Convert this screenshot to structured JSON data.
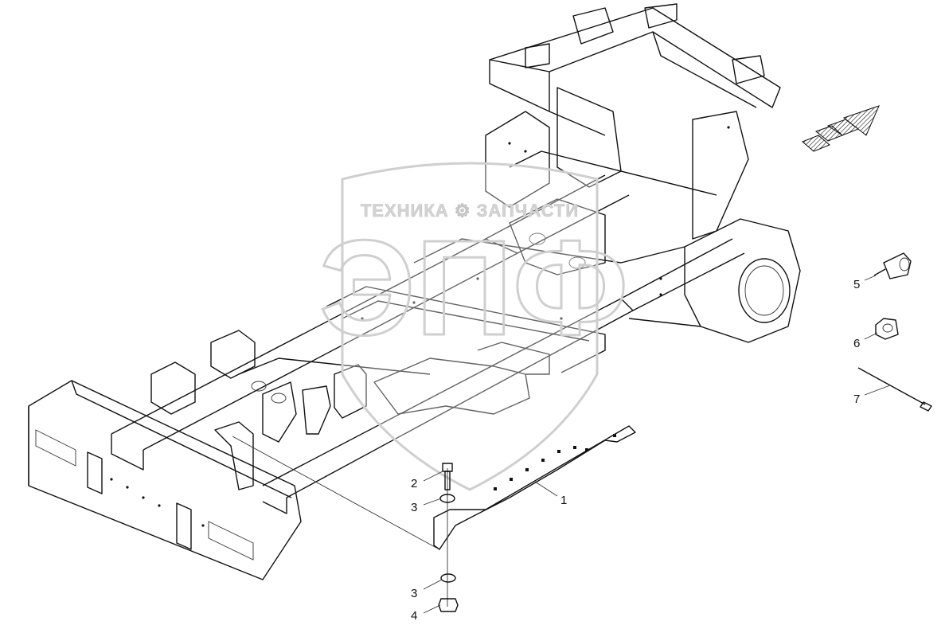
{
  "watermark": {
    "top_text": "ТЕХНИКА ⚙ ЗАПЧАСТИ",
    "logo_text": "ЭПФ"
  },
  "callouts": [
    {
      "id": "1",
      "label": "1",
      "part": "bracket-plate"
    },
    {
      "id": "2",
      "label": "2",
      "part": "bolt"
    },
    {
      "id": "3a",
      "label": "3",
      "part": "washer-upper"
    },
    {
      "id": "3b",
      "label": "3",
      "part": "washer-lower"
    },
    {
      "id": "4",
      "label": "4",
      "part": "nut"
    },
    {
      "id": "5",
      "label": "5",
      "part": "clamp"
    },
    {
      "id": "6",
      "label": "6",
      "part": "clip"
    },
    {
      "id": "7",
      "label": "7",
      "part": "cable-tie"
    }
  ],
  "direction_arrow": {
    "icon": "forward-direction-arrow-icon"
  }
}
